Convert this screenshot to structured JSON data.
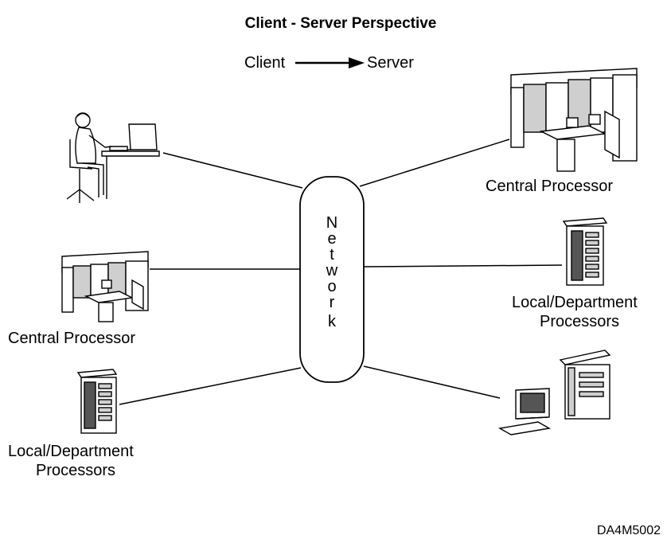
{
  "title": "Client - Server Perspective",
  "legend": {
    "from": "Client",
    "to": "Server"
  },
  "network": {
    "label": "Network",
    "letters": [
      "N",
      "e",
      "t",
      "w",
      "o",
      "r",
      "k"
    ]
  },
  "labels": {
    "central_processor_right": "Central Processor",
    "local_dept_right_line1": "Local/Department",
    "local_dept_right_line2": "Processors",
    "central_processor_left": "Central Processor",
    "local_dept_left_line1": "Local/Department",
    "local_dept_left_line2": "Processors"
  },
  "figure_id": "DA4M5002"
}
